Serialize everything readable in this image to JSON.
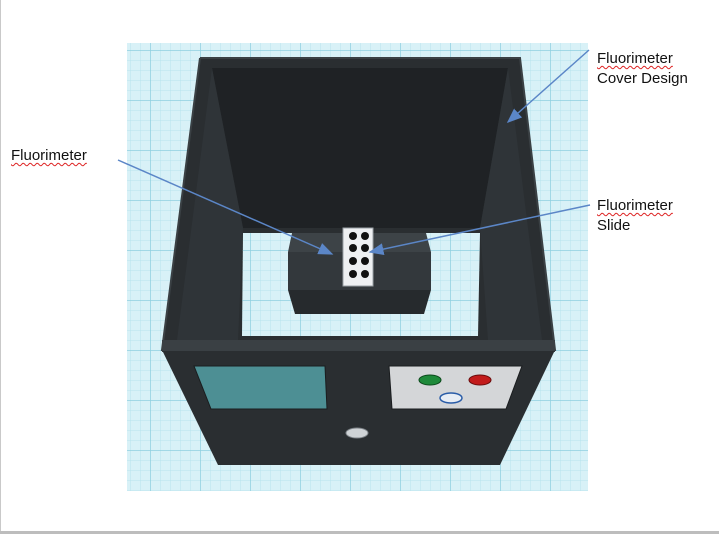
{
  "labels": {
    "fluorimeter": "Fluorimeter",
    "cover_line1": "Fluorimeter",
    "cover_line2": "Cover Design",
    "slide_line1": "Fluorimeter",
    "slide_line2": "Slide"
  },
  "colors": {
    "grid_background": "#d8f1f7",
    "grid_minor": "#b7e3ee",
    "grid_major": "#8fcfe0",
    "box_dark": "#2a2e31",
    "box_edge": "#3a4044",
    "screen": "#4d8f94",
    "panel": "#d4d6d8",
    "button_green": "#1e8a3a",
    "button_red": "#c21b1b",
    "button_blue": "#2a5da8",
    "arrow": "#5b86c7"
  },
  "icons": {
    "screen": "display-screen-icon",
    "buttons": [
      "green-button-icon",
      "red-button-icon",
      "blue-button-icon"
    ],
    "hole": "sample-port-icon"
  }
}
